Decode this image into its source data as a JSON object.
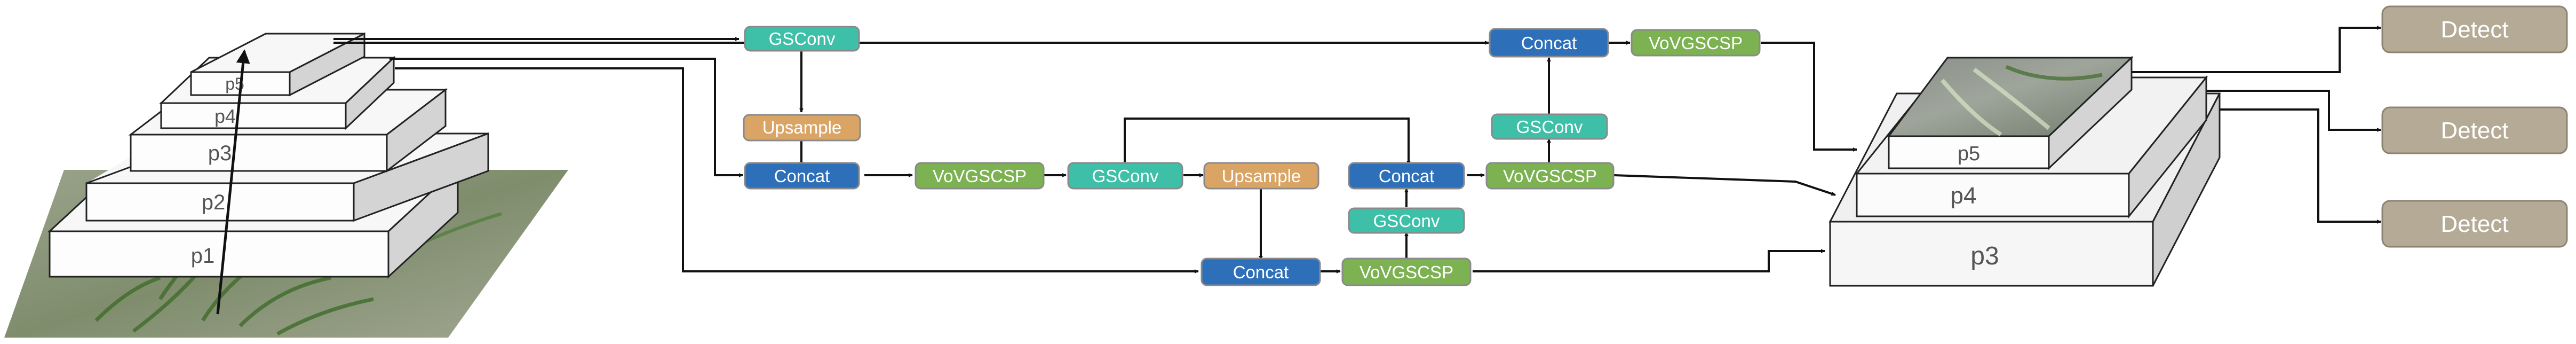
{
  "colors": {
    "gsconv": "#3dbfa8",
    "concat": "#2d6fb8",
    "vovgscsp": "#7cb251",
    "upsample": "#d9a464",
    "detect": "#b5aa96",
    "edge": "#111111"
  },
  "backbone": {
    "levels": [
      "p1",
      "p2",
      "p3",
      "p4",
      "p5"
    ]
  },
  "neck": {
    "gsconv": "GSConv",
    "concat": "Concat",
    "vovgscsp": "VoVGSCSP",
    "upsample": "Upsample"
  },
  "heads": {
    "levels": [
      "p5",
      "p4",
      "p3"
    ],
    "detect": [
      "Detect",
      "Detect",
      "Detect"
    ]
  }
}
